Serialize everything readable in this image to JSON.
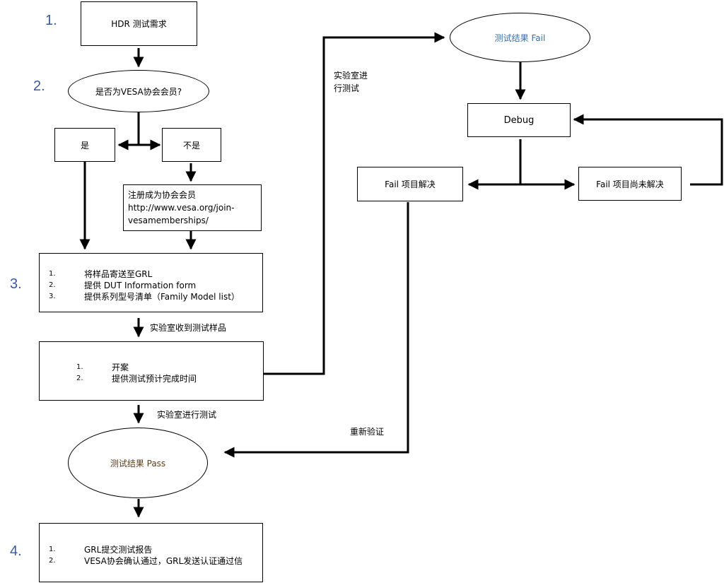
{
  "step_numbers": [
    "1.",
    "2.",
    "3.",
    "4."
  ],
  "nodes": {
    "hdr_requirement": "HDR 测试需求",
    "vesa_member_question": "是否为VESA协会会员?",
    "yes": "是",
    "no": "不是",
    "register": {
      "line1": "注册成为协会会员",
      "line2": "http://www.vesa.org/join-",
      "line3": "vesamemberships/"
    },
    "step3_list": [
      {
        "num": "1.",
        "text": "将样品寄送至GRL"
      },
      {
        "num": "2.",
        "text": "提供 DUT Information form"
      },
      {
        "num": "3.",
        "text": "提供系列型号清单（Family Model list）"
      }
    ],
    "open_case_list": [
      {
        "num": "1.",
        "text": "开案"
      },
      {
        "num": "2.",
        "text": "提供测试预计完成时间"
      }
    ],
    "result_pass": "测试结果 Pass",
    "step4_list": [
      {
        "num": "1.",
        "text": "GRL提交测试报告"
      },
      {
        "num": "2.",
        "text": "VESA协会确认通过，GRL发送认证通过信"
      }
    ],
    "result_fail": "测试结果 Fail",
    "debug": "Debug",
    "fail_resolved": "Fail 项目解决",
    "fail_unresolved": "Fail 项目尚未解决"
  },
  "edge_labels": {
    "lab_received": "实验室收到测试样品",
    "lab_testing": "实验室进行测试",
    "lab_testing_split": {
      "line1": "实验室进",
      "line2": "行测试"
    },
    "reverify": "重新验证"
  },
  "colors": {
    "step_number": "#3a5a9b",
    "fail_text": "#3a6ea5",
    "pass_text": "#5a3d1e",
    "line": "#000000"
  }
}
